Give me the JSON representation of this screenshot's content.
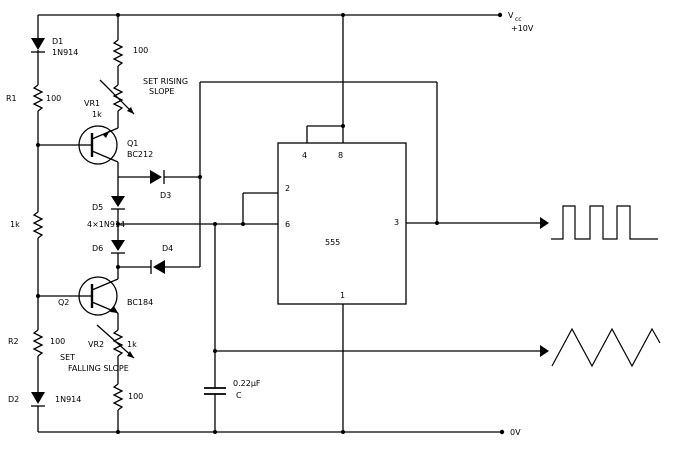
{
  "rails": {
    "vcc_label": "V",
    "vcc_sub": "cc",
    "vcc_value": "+10V",
    "ground_label": "0V"
  },
  "components": {
    "d1_name": "D1",
    "d1_part": "1N914",
    "r_top": "100",
    "vr1_label": "SET RISING",
    "vr1_label2": "SLOPE",
    "r1_name": "R1",
    "r1_value": "100",
    "vr1_name": "VR1",
    "vr1_value": "1k",
    "q1_name": "Q1",
    "q1_part": "BC212",
    "d3_name": "D3",
    "d5_name": "D5",
    "d5_part": "4×1N914",
    "r_mid": "1k",
    "d6_name": "D6",
    "d4_name": "D4",
    "q2_name": "Q2",
    "q2_part": "BC184",
    "r2_name": "R2",
    "r2_value": "100",
    "vr2_name": "VR2",
    "vr2_value": "1k",
    "vr2_label": "SET",
    "vr2_label2": "FALLING SLOPE",
    "d2_name": "D2",
    "d2_part": "1N914",
    "r_bottom": "100",
    "cap_value": "0.22μF",
    "cap_name": "C"
  },
  "ic": {
    "name": "555",
    "pins": [
      "4",
      "8",
      "2",
      "6",
      "3",
      "1"
    ]
  },
  "outputs": [
    "square-wave",
    "triangle-wave"
  ]
}
